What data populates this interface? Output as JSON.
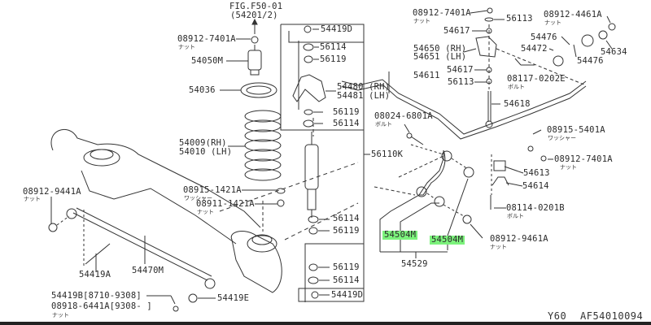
{
  "diagram": {
    "title": "Rear Suspension Parts Diagram",
    "model": "Y60",
    "figure_code": "AF54010094",
    "highlight_color": "#7cf27c",
    "labels": {
      "fig_ref": "FIG.F50-01",
      "fig_ref_sub": "(54201/2)",
      "nut_08912_7401A_top": "08912-7401A",
      "part_54050M": "54050M",
      "part_54036": "54036",
      "spring_rh": "54009(RH)",
      "spring_lh": "54010 (LH)",
      "washer_08915_1421A": "08915-1421A",
      "nut_08911_1421A": "08911-1421A",
      "nut_08912_9441A": "08912-9441A",
      "part_54419A": "54419A",
      "part_54470M": "54470M",
      "part_54419B": "54419B[8710-9308]",
      "nut_08918_6441A": "08918-6441A[9308-    ]",
      "part_54419E": "54419E",
      "box_54419D_top": "54419D",
      "box_56114_a": "56114",
      "box_56119_a": "56119",
      "bracket_54480": "54480 (RH)",
      "bracket_54481": "54481 (LH)",
      "box_56119_b": "56119",
      "box_56114_b": "56114",
      "shock_56110K": "56110K",
      "box_56114_c": "56114",
      "box_56119_c": "56119",
      "box_56119_d": "56119",
      "box_56114_d": "56114",
      "box_54419D_bottom": "54419D",
      "nut_08912_7401A_right": "08912-7401A",
      "part_56113_top": "56113",
      "part_54617_top": "54617",
      "bracket_54650": "54650 (RH)",
      "bracket_54651": "54651 (LH)",
      "stabilizer_54611": "54611",
      "part_54617_bottom": "54617",
      "part_56113_bottom": "56113",
      "bolt_08117_0202E": "08117-0202E",
      "link_54618": "54618",
      "nut_08912_4461A": "08912-4461A",
      "bush_54476_a": "54476",
      "bush_54472": "54472",
      "bush_54476_b": "54476",
      "washer_54634": "54634",
      "bolt_08024_6801A": "08024-6801A",
      "washer_08915_5401A": "08915-5401A",
      "nut_08912_7401A_low": "08912-7401A",
      "bush_54613": "54613",
      "clamp_54614": "54614",
      "bolt_08114_0201B": "08114-0201B",
      "arm_bush_54504M_a": "54504M",
      "arm_bush_54504M_b": "54504M",
      "nut_08912_9461A": "08912-9461A",
      "arm_54529": "54529"
    },
    "sublabels": {
      "nut": "ナット",
      "bolt": "ボルト",
      "washer": "ワッシャー"
    }
  }
}
